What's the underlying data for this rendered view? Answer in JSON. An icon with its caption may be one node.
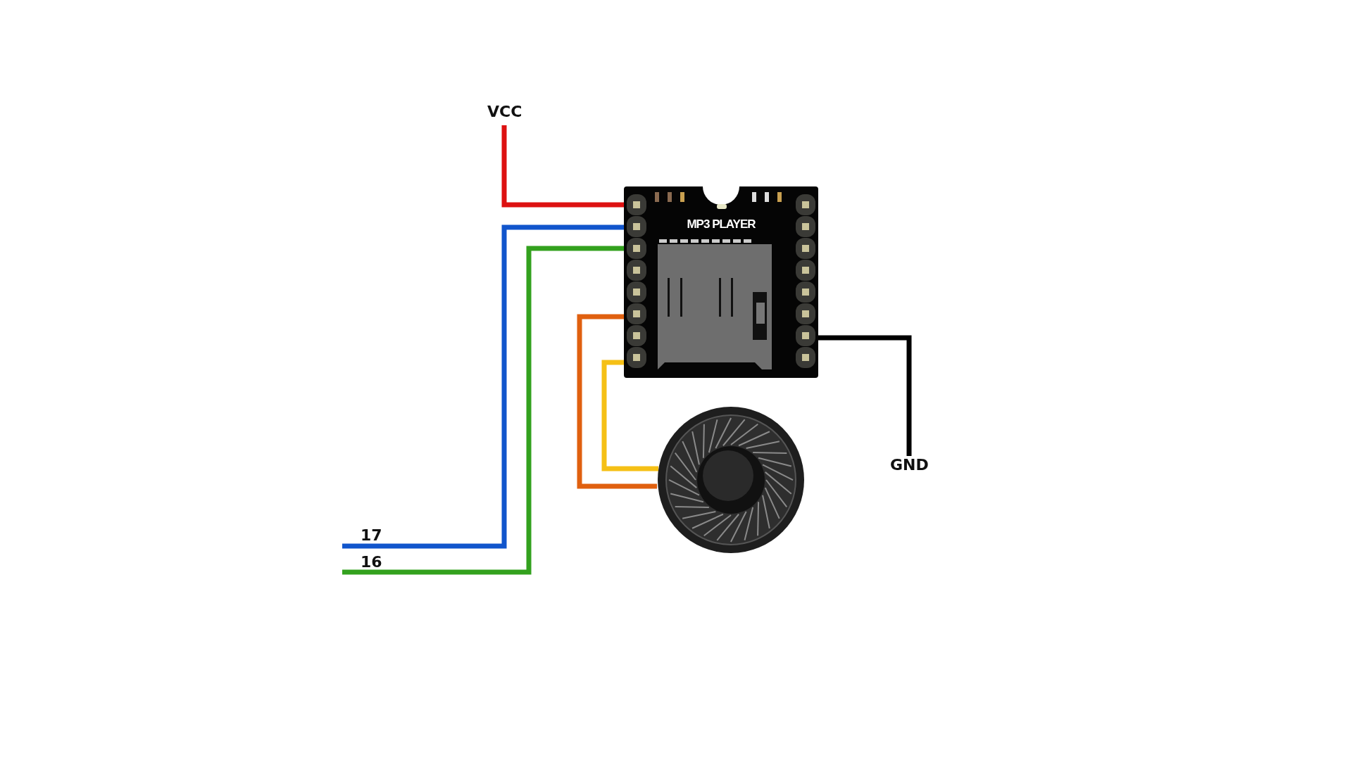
{
  "diagram": {
    "nodes": [
      {
        "text": [
          "VCC"
        ]
      },
      {
        "text": [
          "MP3 PLAYER"
        ]
      },
      {
        "text": [
          "GND"
        ]
      },
      {
        "text": [],
        "shape": "picture"
      },
      {
        "text": [
          "17"
        ]
      },
      {
        "text": [
          "16"
        ]
      }
    ],
    "edges": [
      {
        "from": 0,
        "to": 1,
        "arrow": "none",
        "color": "#dd1111"
      },
      {
        "from": 1,
        "to": 4,
        "arrow": "none",
        "color": "#1155cc"
      },
      {
        "from": 1,
        "to": 5,
        "arrow": "none",
        "color": "#33a11e"
      },
      {
        "from": 1,
        "to": 3,
        "arrow": "none",
        "color": "#e0600f"
      },
      {
        "from": 1,
        "to": 3,
        "arrow": "none",
        "color": "#f5c016"
      },
      {
        "from": 1,
        "to": 2,
        "arrow": "none",
        "color": "#000000"
      }
    ]
  }
}
